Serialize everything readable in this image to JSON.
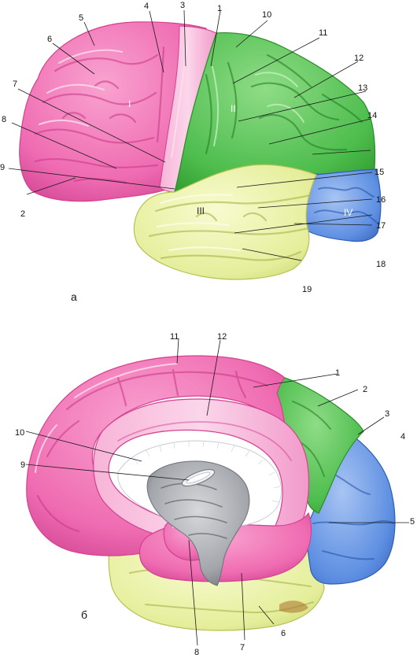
{
  "colors": {
    "frontal": "#f06fb4",
    "frontal_dark": "#c6307f",
    "frontal_light": "#fbc3e0",
    "parietal": "#4cbf4f",
    "parietal_dark": "#23891f",
    "parietal_light": "#9ee59a",
    "temporal": "#e6ef9f",
    "temporal_dark": "#b9c25a",
    "temporal_light": "#f7fbd2",
    "occipital": "#5c8ee2",
    "occipital_dark": "#2f5fb4",
    "occipital_light": "#a9c6f4",
    "brainstem": "#a4a6aa",
    "brainstem_dark": "#62666c",
    "ventricle": "#ffffff",
    "background": "#ffffff"
  },
  "figure_a": {
    "caption": "а",
    "lobes": [
      {
        "name": "frontal-lobe",
        "roman": "I"
      },
      {
        "name": "parietal-lobe",
        "roman": "II"
      },
      {
        "name": "temporal-lobe",
        "roman": "III"
      },
      {
        "name": "occipital-lobe",
        "roman": "IV"
      }
    ],
    "labels": [
      "1",
      "2",
      "3",
      "4",
      "5",
      "6",
      "7",
      "8",
      "9",
      "10",
      "11",
      "12",
      "13",
      "14",
      "15",
      "16",
      "17",
      "18",
      "19"
    ]
  },
  "figure_b": {
    "caption": "б",
    "labels": [
      "1",
      "2",
      "3",
      "4",
      "5",
      "6",
      "7",
      "8",
      "9",
      "10",
      "11",
      "12"
    ]
  }
}
